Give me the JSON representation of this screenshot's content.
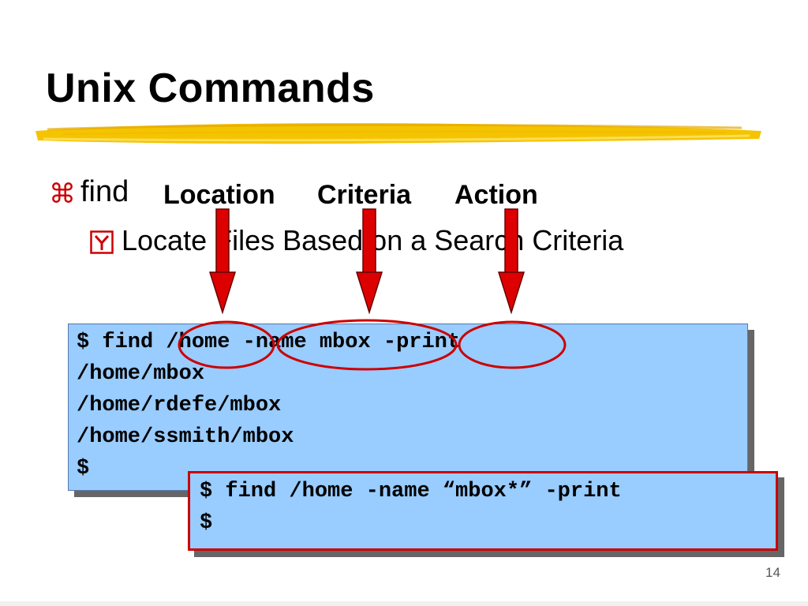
{
  "slide": {
    "title": "Unix Commands",
    "bullet1": {
      "find": "find",
      "location": "Location",
      "criteria": "Criteria",
      "action": "Action"
    },
    "bullet2": {
      "text": "Locate Files Based on a Search Criteria"
    },
    "terminal1": {
      "lines": [
        "$ find /home -name mbox -print",
        "/home/mbox",
        "/home/rdefe/mbox",
        "/home/ssmith/mbox",
        "$"
      ]
    },
    "terminal2": {
      "lines": [
        "$ find /home -name “mbox*” -print",
        "$"
      ]
    },
    "page_number": "14"
  },
  "colors": {
    "accent": "#cc0000",
    "terminal_bg": "#99ccff",
    "brush": "#f5c400",
    "shadow": "#666666"
  },
  "icons": {
    "bullet1": "command-key-icon",
    "bullet2": "checkbox-y-icon"
  }
}
